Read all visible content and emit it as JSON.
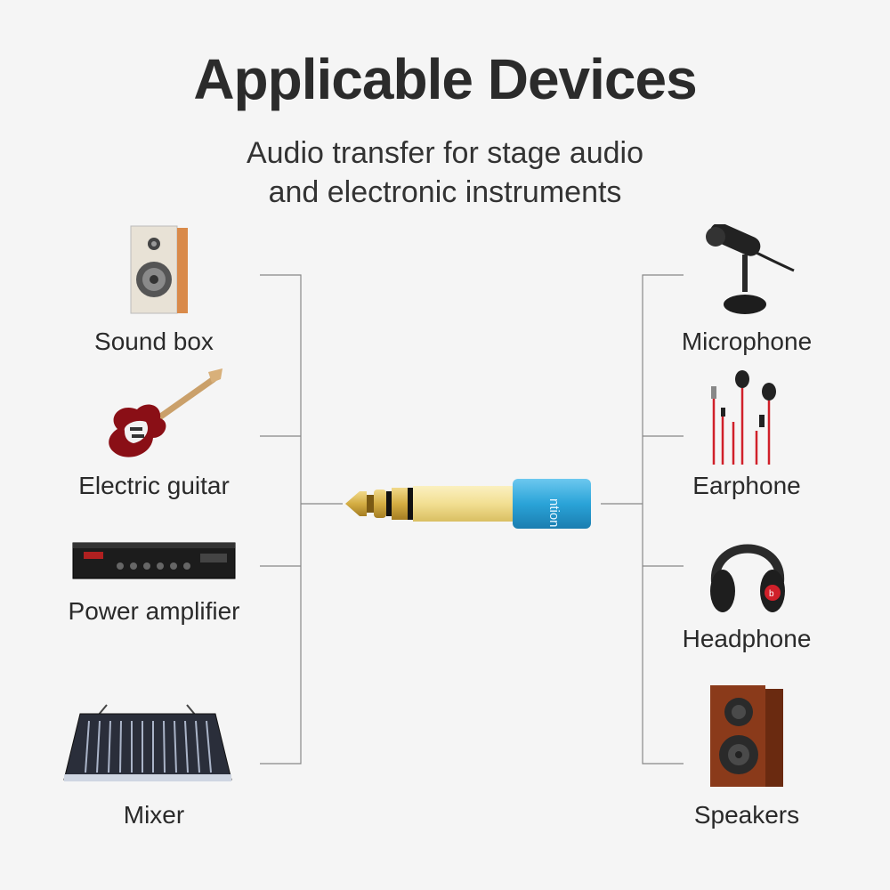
{
  "title": "Applicable Devices",
  "subtitle": {
    "line1": "Audio transfer for stage audio",
    "line2": "and electronic instruments"
  },
  "left_devices": [
    {
      "label": "Sound box",
      "icon": "sound-box-icon"
    },
    {
      "label": "Electric guitar",
      "icon": "electric-guitar-icon"
    },
    {
      "label": "Power amplifier",
      "icon": "power-amplifier-icon"
    },
    {
      "label": "Mixer",
      "icon": "mixer-icon"
    }
  ],
  "right_devices": [
    {
      "label": "Microphone",
      "icon": "microphone-icon"
    },
    {
      "label": "Earphone",
      "icon": "earphone-icon"
    },
    {
      "label": "Headphone",
      "icon": "headphone-icon"
    },
    {
      "label": "Speakers",
      "icon": "speakers-icon"
    }
  ],
  "center_product": {
    "icon": "audio-jack-adapter-icon",
    "engraving": "ntion"
  },
  "colors": {
    "background": "#f5f5f5",
    "gold": "#d9b44a",
    "blue": "#2aa3d8",
    "text": "#2b2b2b"
  }
}
